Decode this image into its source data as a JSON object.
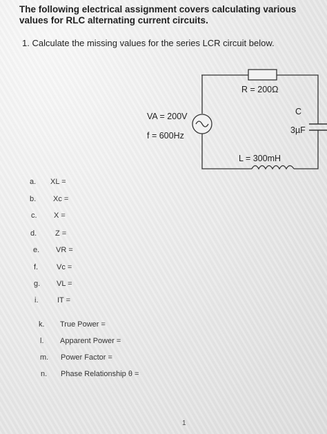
{
  "intro": "The following electrical assignment covers calculating various values for RLC alternating current circuits.",
  "question": "1. Calculate the missing values for the series LCR circuit below.",
  "circuit": {
    "source_voltage": "VA = 200V",
    "source_freq": "f = 600Hz",
    "resistor": "R = 200Ω",
    "capacitor_name": "C",
    "capacitor_value": "3µF",
    "inductor": "L = 300mH"
  },
  "items": [
    {
      "letter": "a.",
      "expr": "XL ="
    },
    {
      "letter": "b.",
      "expr": "Xc ="
    },
    {
      "letter": "c.",
      "expr": "X ="
    },
    {
      "letter": "d.",
      "expr": "Z ="
    },
    {
      "letter": "e.",
      "expr": "VR ="
    },
    {
      "letter": "f.",
      "expr": "Vc ="
    },
    {
      "letter": "g.",
      "expr": "VL ="
    },
    {
      "letter": "i.",
      "expr": "IT ="
    },
    {
      "letter": "k.",
      "expr": "True Power ="
    },
    {
      "letter": "l.",
      "expr": "Apparent Power ="
    },
    {
      "letter": "m.",
      "expr": "Power Factor ="
    },
    {
      "letter": "n.",
      "expr": "Phase Relationship θ ="
    }
  ],
  "page_number": "1"
}
